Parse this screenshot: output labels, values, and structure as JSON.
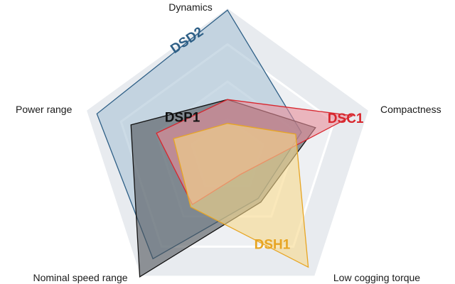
{
  "chart_data": {
    "type": "radar",
    "title": "",
    "axes": [
      "Dynamics",
      "Compactness",
      "Low cogging torque",
      "Nominal speed range",
      "Power range"
    ],
    "series": [
      {
        "name": "DSD2",
        "values": [
          0.98,
          0.52,
          0.35,
          0.85,
          0.92
        ],
        "color": "#2e5f86",
        "fill": "#aac3d6"
      },
      {
        "name": "DSP1",
        "values": [
          0.38,
          0.62,
          0.38,
          1.0,
          0.68
        ],
        "color": "#111111",
        "fill": "#4f5458"
      },
      {
        "name": "DSC1",
        "values": [
          0.38,
          0.88,
          0.15,
          0.4,
          0.5
        ],
        "color": "#d8262d",
        "fill": "#e88e99"
      },
      {
        "name": "DSH1",
        "values": [
          0.22,
          0.48,
          0.92,
          0.42,
          0.38
        ],
        "color": "#e7a523",
        "fill": "#f7d98c"
      }
    ],
    "grid": true,
    "grid_levels": 4,
    "background_color": "#e8ebef",
    "legend": "none"
  }
}
